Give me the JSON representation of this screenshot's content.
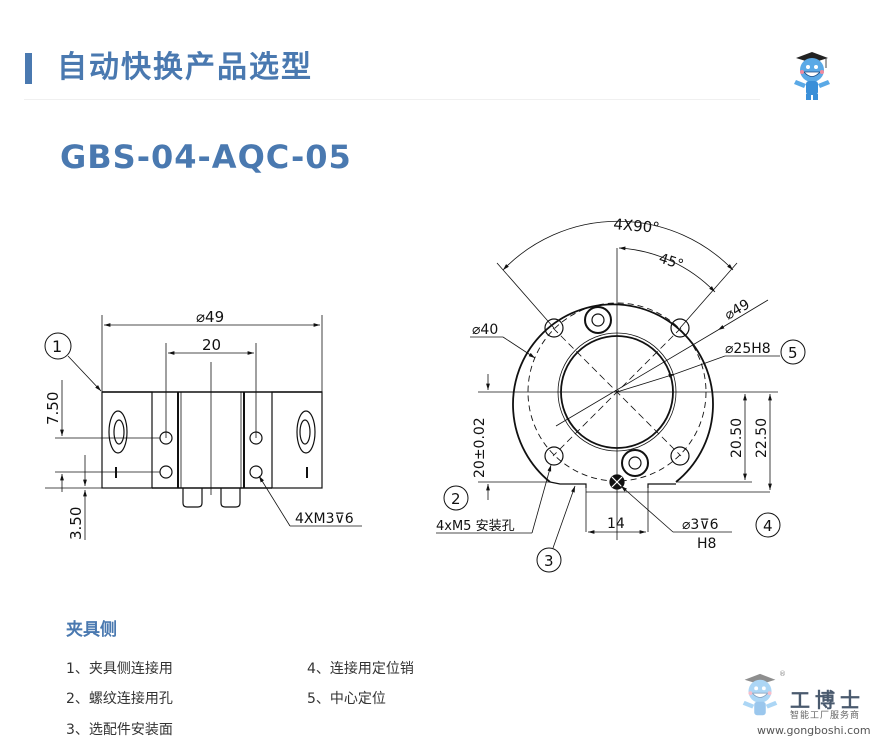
{
  "header": {
    "title": "自动快换产品选型",
    "accent_color": "#4a79b0"
  },
  "model": {
    "code": "GBS-04-AQC-05"
  },
  "drawing": {
    "front_view": {
      "dim_outer": "⌀49",
      "dim_inner": "20",
      "dim_left_top": "7.50",
      "dim_left_bottom": "3.50",
      "thread_note": "4XM3⊽6",
      "callout_1": "1"
    },
    "top_view": {
      "angle_total": "4X90°",
      "angle_half": "45°",
      "dim_bolt_circle": "⌀40",
      "dim_outer": "⌀49",
      "dim_center": "⌀25H8",
      "dim_height_tol": "20±0.02",
      "dim_height_1": "20.50",
      "dim_height_2": "22.50",
      "dim_width": "14",
      "pin_note": "⌀3⊽6",
      "pin_fit": "H8",
      "mount_note": "4xM5 安装孔",
      "callout_2": "2",
      "callout_3": "3",
      "callout_4": "4",
      "callout_5": "5"
    }
  },
  "legend": {
    "heading": "夹具侧",
    "items": [
      {
        "label": "1、夹具侧连接用"
      },
      {
        "label": "2、螺纹连接用孔"
      },
      {
        "label": "3、选配件安装面"
      },
      {
        "label": "4、连接用定位销"
      },
      {
        "label": "5、中心定位"
      }
    ]
  },
  "brand": {
    "name": "工博士",
    "tagline": "智能工厂服务商",
    "url": "www.gongboshi.com",
    "registered": "®"
  }
}
